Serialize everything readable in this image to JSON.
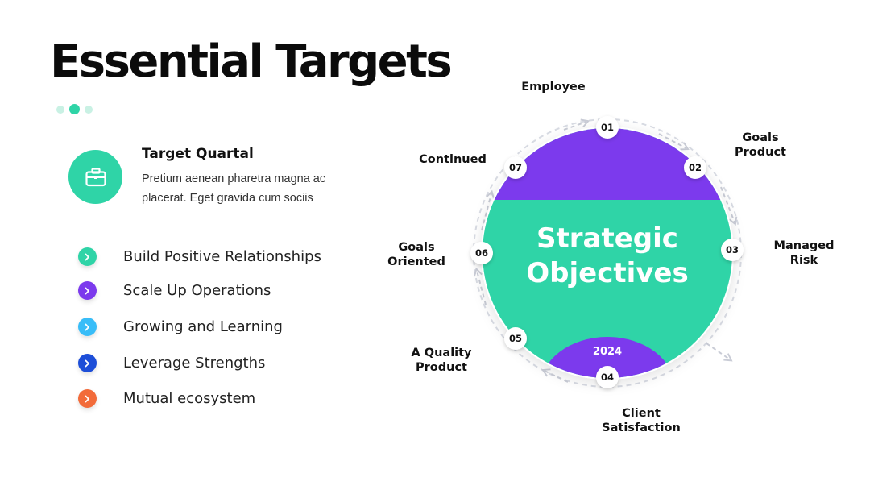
{
  "title": "Essential Targets",
  "feature": {
    "title": "Target Quartal",
    "description": "Pretium aenean pharetra magna ac placerat. Eget gravida cum sociis",
    "icon": "briefcase-icon"
  },
  "list": [
    {
      "label": "Build Positive Relationships",
      "color": "#2fd4a7",
      "icon": "chevron-right-icon"
    },
    {
      "label": "Scale Up Operations",
      "color": "#7c3aed",
      "icon": "chevron-right-icon"
    },
    {
      "label": "Growing and Learning",
      "color": "#38bdf8",
      "icon": "chevron-right-icon"
    },
    {
      "label": "Leverage Strengths",
      "color": "#1d4ed8",
      "icon": "chevron-right-icon"
    },
    {
      "label": "Mutual ecosystem",
      "color": "#f26b3a",
      "icon": "chevron-right-icon"
    }
  ],
  "diagram": {
    "center_line1": "Strategic",
    "center_line2": "Objectives",
    "year": "2024",
    "colors": {
      "green": "#2fd4a7",
      "purple": "#7c3aed",
      "ring": "#d8dbe3"
    },
    "nodes": [
      {
        "num": "01",
        "label_lines": [
          "Employee"
        ]
      },
      {
        "num": "02",
        "label_lines": [
          "Goals",
          "Product"
        ]
      },
      {
        "num": "03",
        "label_lines": [
          "Managed",
          "Risk"
        ]
      },
      {
        "num": "04",
        "label_lines": [
          "Client",
          "Satisfaction"
        ]
      },
      {
        "num": "05",
        "label_lines": [
          "A Quality",
          "Product"
        ]
      },
      {
        "num": "06",
        "label_lines": [
          "Goals",
          "Oriented"
        ]
      },
      {
        "num": "07",
        "label_lines": [
          "Continued"
        ]
      }
    ]
  }
}
